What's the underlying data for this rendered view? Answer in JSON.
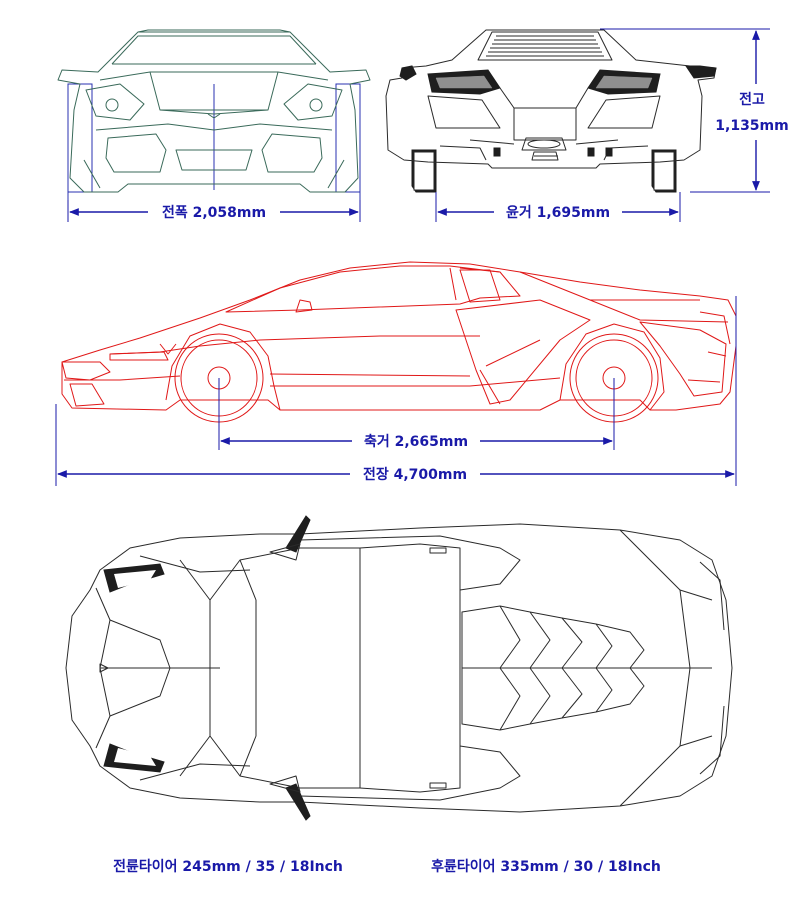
{
  "dimensions": {
    "width_label": "전폭 2,058mm",
    "rear_track_label": "윤거 1,695mm",
    "height_label_line1": "전고",
    "height_label_line2": "1,135mm",
    "wheelbase_label": "축거 2,665mm",
    "length_label": "전장 4,700mm"
  },
  "tires": {
    "front_label": "전륜타이어 245mm / 35 / 18Inch",
    "rear_label": "후륜타이어 335mm / 30 / 18Inch"
  },
  "colors": {
    "dimension": "#1a1aa8",
    "side_view": "#e01818",
    "front_view": "#3a6a5a",
    "outline": "#2a2a2a"
  }
}
